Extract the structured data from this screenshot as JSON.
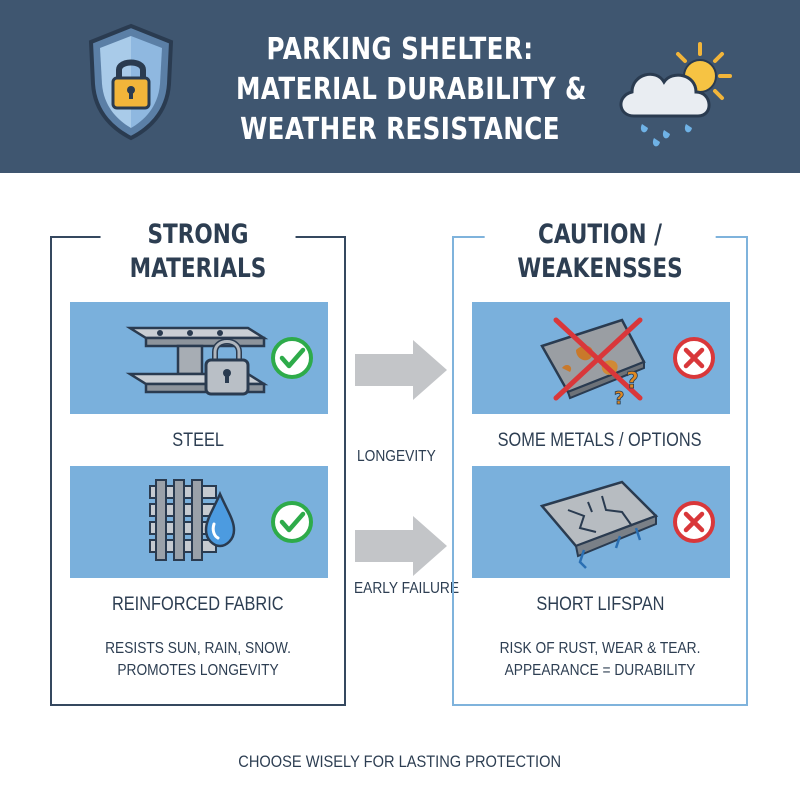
{
  "header": {
    "title_lines": [
      "PARKING SHELTER:",
      "MATERIAL DURABILITY &",
      "WEATHER RESISTANCE"
    ],
    "left_icon": "shield-lock-icon",
    "right_icon": "cloud-sun-rain-icon"
  },
  "strong": {
    "title_lines": [
      "STRONG",
      "MATERIALS"
    ],
    "items": [
      {
        "label": "STEEL",
        "icon": "steel-beam-lock-icon",
        "status_icon": "check-circle-icon"
      },
      {
        "label": "REINFORCED FABRIC",
        "icon": "woven-fabric-water-drop-icon",
        "status_icon": "check-circle-icon"
      }
    ],
    "description_lines": [
      "RESISTS SUN, RAIN, SNOW.",
      "PROMOTES LONGEVITY"
    ]
  },
  "caution": {
    "title_lines": [
      "CAUTION /",
      "WEAKENSSES"
    ],
    "items": [
      {
        "label": "SOME METALS / OPTIONS",
        "icon": "rusted-metal-crossed-icon",
        "status_icon": "x-circle-icon"
      },
      {
        "label": "SHORT LIFSPAN",
        "icon": "cracked-panel-icon",
        "status_icon": "x-circle-icon"
      }
    ],
    "description_lines": [
      "RISK OF RUST, WEAR & TEAR.",
      "APPEARANCE = DURABILITY"
    ]
  },
  "arrows": [
    {
      "label": "LONGEVITY"
    },
    {
      "label": "EARLY FAILURE"
    }
  ],
  "footer": "CHOOSE WISELY FOR LASTING PROTECTION",
  "colors": {
    "header_bg": "#3f5670",
    "card_bg": "#7ab0dc",
    "check_green": "#2eab4a",
    "x_red": "#d9373a",
    "strong_border": "#35485f",
    "caution_border": "#7fb3dc"
  }
}
